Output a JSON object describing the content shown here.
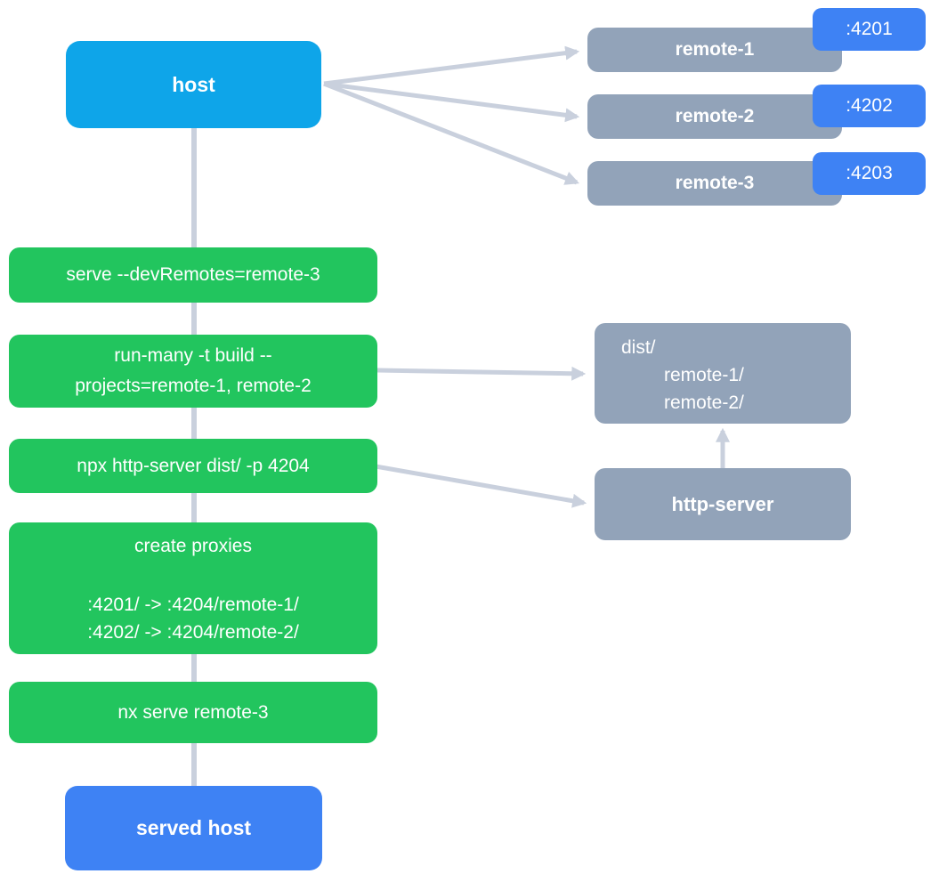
{
  "colors": {
    "host-cyan": "#0ea5e9",
    "port-blue": "#3e82f4",
    "action-green": "#22c55e",
    "remote-gray": "#92a3b9",
    "connector-gray": "#c9d0dd"
  },
  "diagram": {
    "host": {
      "label": "host"
    },
    "remotes": [
      {
        "label": "remote-1",
        "port": ":4201"
      },
      {
        "label": "remote-2",
        "port": ":4202"
      },
      {
        "label": "remote-3",
        "port": ":4203"
      }
    ],
    "steps": {
      "serve": {
        "label": "serve --devRemotes=remote-3"
      },
      "run_many": {
        "line1": "run-many -t build --",
        "line2": "projects=remote-1, remote-2"
      },
      "http_server_cmd": {
        "label": "npx http-server dist/ -p 4204"
      },
      "create_proxies": {
        "title": "create proxies",
        "proxy1": ":4201/ -> :4204/remote-1/",
        "proxy2": ":4202/ -> :4204/remote-2/"
      },
      "nx_serve": {
        "label": "nx serve remote-3"
      }
    },
    "dist": {
      "line1": "dist/",
      "line2": "remote-1/",
      "line3": "remote-2/"
    },
    "http_server": {
      "label": "http-server"
    },
    "served_host": {
      "label": "served host"
    }
  }
}
